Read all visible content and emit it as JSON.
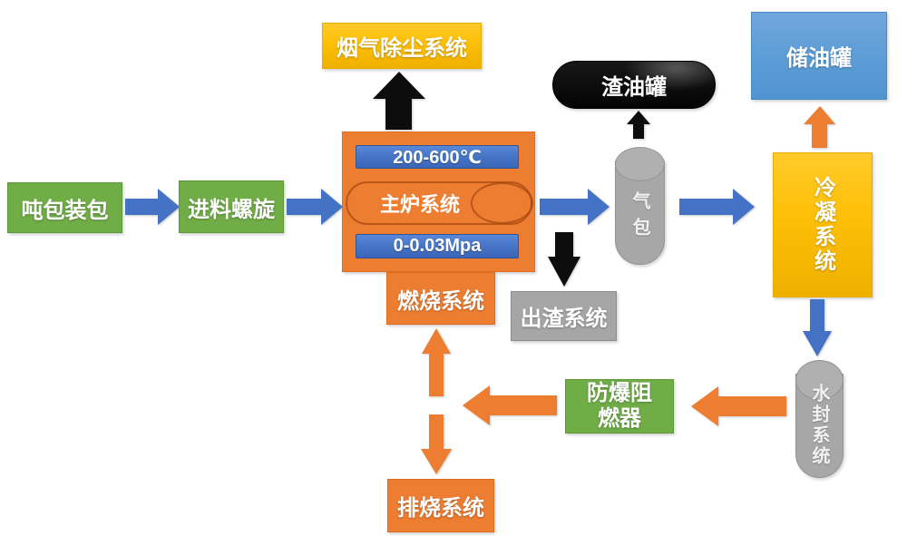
{
  "diagram": {
    "type": "process-flow",
    "language": "zh-CN",
    "background": "#ffffff"
  },
  "colors": {
    "green_box": "#70AD47",
    "orange_box": "#ED7D31",
    "gold_box": "#FFC000",
    "blue_box": "#5B9BD5",
    "gray_box": "#A6A6A6",
    "black_tank": "#0D0D0D",
    "blue_arrow": "#4472C4",
    "orange_arrow": "#ED7D31",
    "black_arrow": "#0D0D0D",
    "label_text": "#FFFFFF"
  },
  "nodes": {
    "ton_bag": {
      "label": "吨包装包"
    },
    "feed_screw": {
      "label": "进料螺旋"
    },
    "flue_gas_dedusting": {
      "label": "烟气除尘系统"
    },
    "main_furnace": {
      "label": "主炉系统",
      "temp_range": "200-600℃",
      "pressure_range": "0-0.03Mpa"
    },
    "combustion": {
      "label": "燃烧系统"
    },
    "slag_oil_tank": {
      "label": "渣油罐"
    },
    "gas_drum": {
      "label": "气包"
    },
    "slag_discharge": {
      "label": "出渣系统"
    },
    "condensing": {
      "label": "冷凝系统"
    },
    "oil_storage_tank": {
      "label": "储油罐"
    },
    "water_seal": {
      "label": "水封系统"
    },
    "flame_arrester": {
      "label": "防爆阻燃器"
    },
    "exhaust_burning": {
      "label": "排烧系统"
    }
  },
  "edges": [
    {
      "from": "吨包装包",
      "to": "进料螺旋",
      "color": "blue"
    },
    {
      "from": "进料螺旋",
      "to": "主炉系统",
      "color": "blue"
    },
    {
      "from": "主炉系统",
      "to": "烟气除尘系统",
      "color": "black"
    },
    {
      "from": "主炉系统",
      "to": "气包",
      "color": "blue"
    },
    {
      "from": "主炉系统",
      "to": "出渣系统",
      "color": "black"
    },
    {
      "from": "气包",
      "to": "渣油罐",
      "color": "black"
    },
    {
      "from": "气包",
      "to": "冷凝系统",
      "color": "blue"
    },
    {
      "from": "冷凝系统",
      "to": "储油罐",
      "color": "orange"
    },
    {
      "from": "冷凝系统",
      "to": "水封系统",
      "color": "blue"
    },
    {
      "from": "水封系统",
      "to": "防爆阻燃器",
      "color": "orange"
    },
    {
      "from": "防爆阻燃器",
      "to": "燃烧系统",
      "color": "orange"
    },
    {
      "from": "防爆阻燃器",
      "to": "排烧系统",
      "color": "orange"
    }
  ]
}
